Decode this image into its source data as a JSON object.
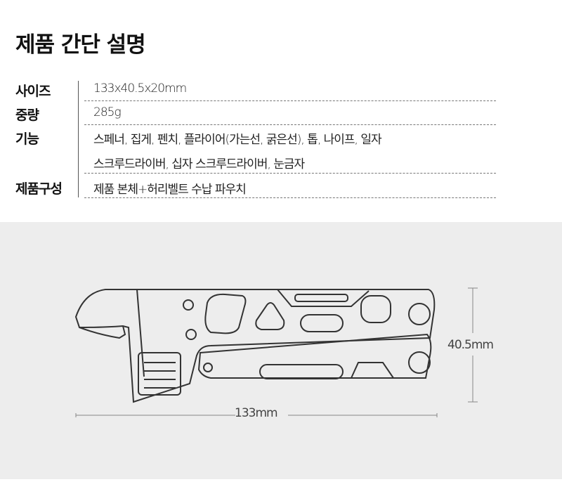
{
  "title": "제품 간단 설명",
  "specs": [
    {
      "label": "사이즈",
      "lines": [
        "133x40.5x20mm"
      ]
    },
    {
      "label": "중량",
      "lines": [
        "285g"
      ]
    },
    {
      "label": "기능",
      "lines": [
        "스페너, 집게, 펜치, 플라이어(가는선, 굵은선), 톱, 나이프, 일자",
        "스크루드라이버, 십자 스크루드라이버, 눈금자"
      ]
    },
    {
      "label": "제품구성",
      "lines": [
        "제품 본체+허리벨트 수납 파우치"
      ]
    }
  ],
  "dimensions": {
    "height": "40.5mm",
    "length": "133mm"
  }
}
